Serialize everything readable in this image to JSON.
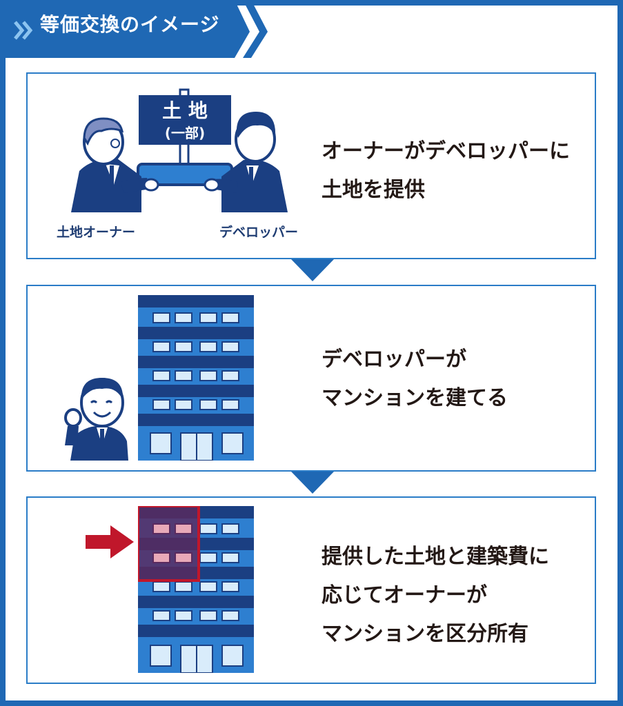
{
  "header": {
    "title": "等価交換のイメージ"
  },
  "steps": [
    {
      "text_lines": [
        "オーナーがデベロッパーに",
        "土地を提供"
      ],
      "sign_line1": "土 地",
      "sign_line2": "(一部)",
      "owner_label": "土地オーナー",
      "developer_label": "デベロッパー"
    },
    {
      "text_lines": [
        "デベロッパーが",
        "マンションを建てる"
      ]
    },
    {
      "text_lines": [
        "提供した土地と建築費に",
        "応じてオーナーが",
        "マンションを区分所有"
      ]
    }
  ],
  "colors": {
    "frame_blue": "#1f68b4",
    "panel_border": "#2a7cc7",
    "building_navy": "#1b3f82",
    "building_blue": "#2e7fd0",
    "window_light": "#d9ecfb",
    "highlight_red": "#c0172b",
    "text": "#231815"
  },
  "icons": [
    "chevron-double-right-icon",
    "building-icon",
    "handshake-illustration",
    "businessman-icon",
    "red-arrow-icon"
  ]
}
